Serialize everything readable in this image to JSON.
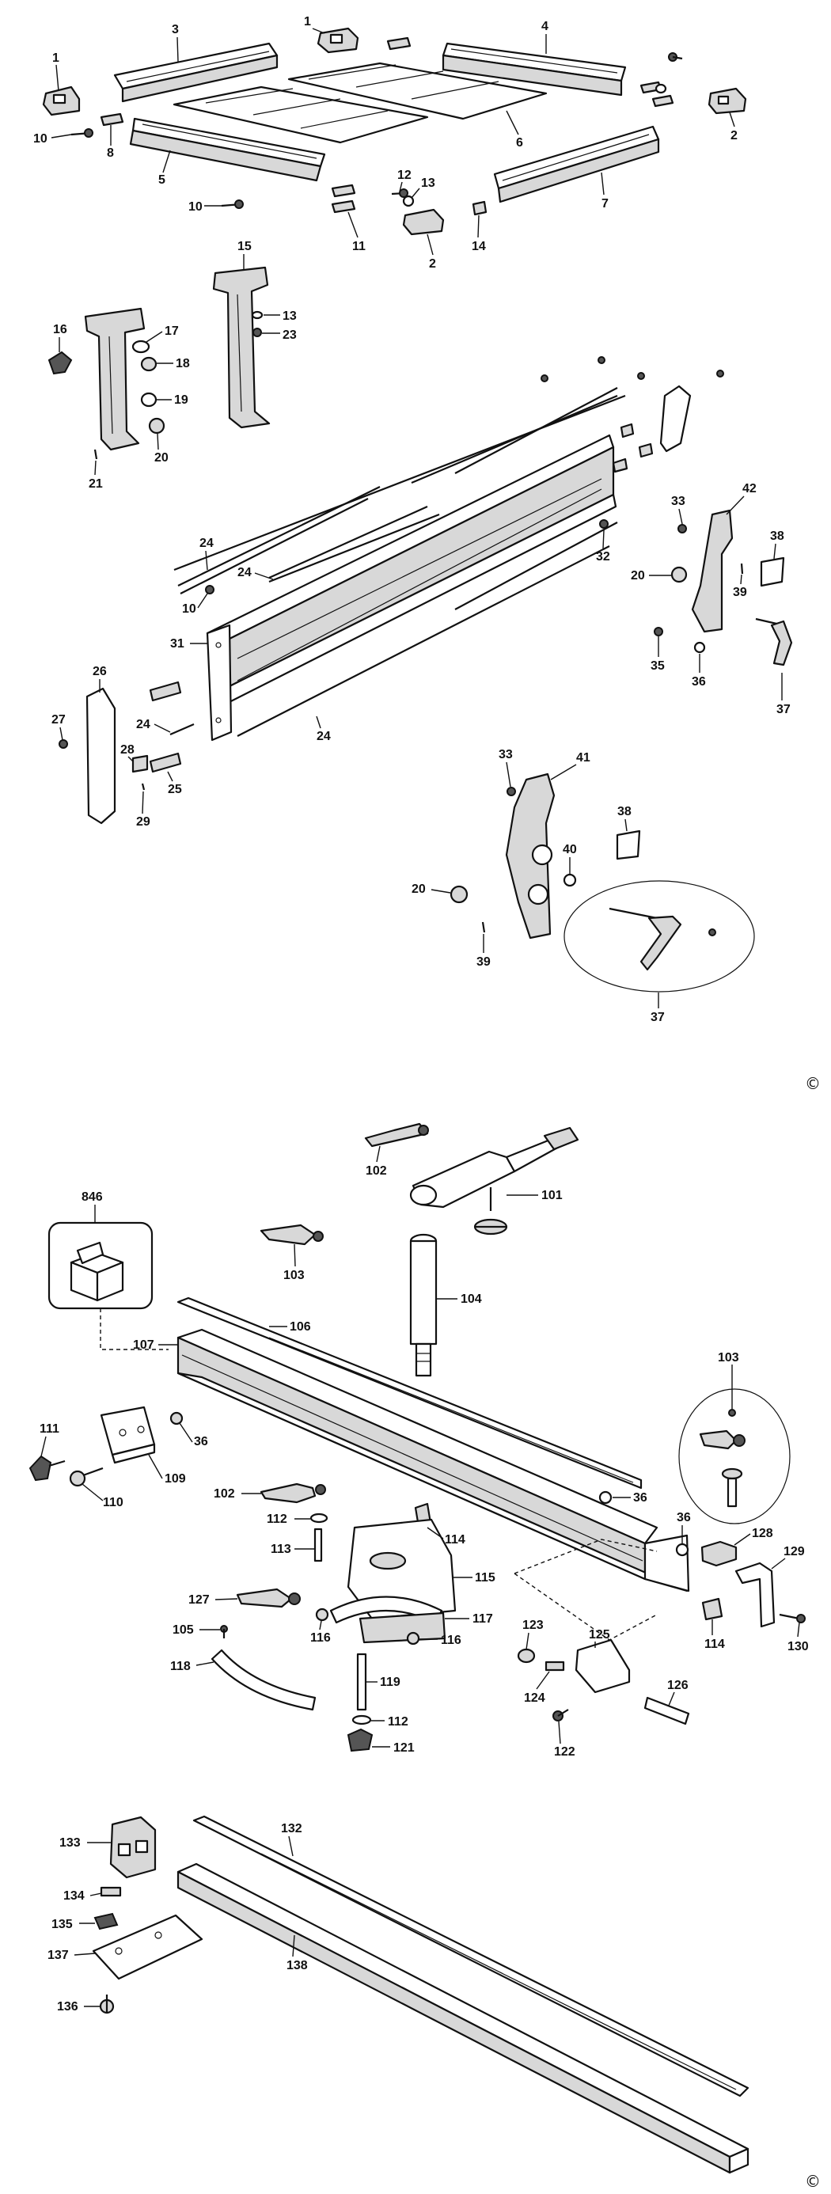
{
  "diagram": {
    "copyright_symbol": "©",
    "parts_top": [
      "1",
      "1",
      "2",
      "2",
      "3",
      "4",
      "5",
      "6",
      "7",
      "8",
      "10",
      "10",
      "11",
      "12",
      "13",
      "14"
    ],
    "parts_mid": [
      "13",
      "15",
      "16",
      "17",
      "18",
      "19",
      "20",
      "21",
      "23",
      "24",
      "24",
      "24",
      "24",
      "10",
      "31",
      "32",
      "33",
      "42",
      "38",
      "20",
      "39",
      "35",
      "36",
      "37",
      "26",
      "27",
      "28",
      "29",
      "25",
      "33",
      "41",
      "38",
      "40",
      "20",
      "39",
      "37"
    ],
    "parts_fence": [
      "846",
      "102",
      "101",
      "103",
      "104",
      "106",
      "107",
      "103",
      "111",
      "109",
      "36",
      "110",
      "36",
      "102",
      "112",
      "114",
      "113",
      "36",
      "128",
      "129",
      "127",
      "115",
      "105",
      "116",
      "117",
      "116",
      "114",
      "130",
      "123",
      "125",
      "118",
      "119",
      "124",
      "126",
      "112",
      "122",
      "121"
    ],
    "parts_rail": [
      "133",
      "132",
      "134",
      "135",
      "137",
      "138",
      "136"
    ]
  }
}
